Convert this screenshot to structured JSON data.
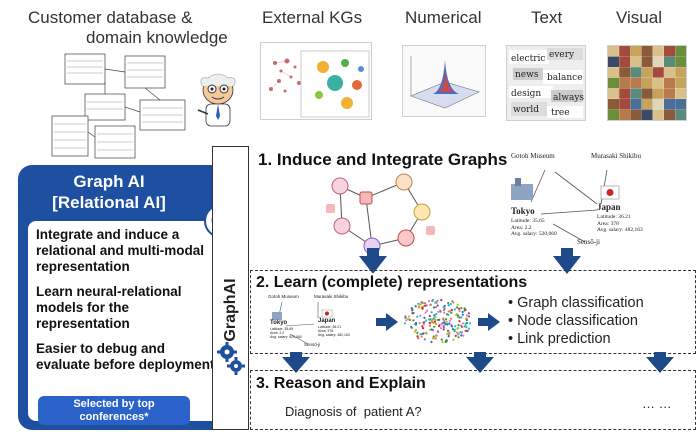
{
  "headers": {
    "customer_db_line1": "Customer database &",
    "customer_db_line2": "domain knowledge",
    "external_kgs": "External KGs",
    "numerical": "Numerical",
    "text": "Text",
    "visual": "Visual"
  },
  "panel": {
    "title_line1": "Graph AI",
    "title_line2": "[Relational AI]",
    "bullets": [
      "Integrate and induce a relational and multi-modal representation",
      "Learn neural-relational models for the representation",
      "Easier to debug and evaluate before deployment"
    ],
    "badge": "Selected by top conferences*"
  },
  "side_label": "GraphAI",
  "steps": {
    "step1": "1. Induce and Integrate Graphs",
    "step2": "2. Learn (complete) representations",
    "step3": "3. Reason and Explain"
  },
  "tasks": [
    "• Graph classification",
    "• Node classification",
    "• Link prediction"
  ],
  "reason_text": "Diagnosis of  patient A?",
  "ellipsis": "… …",
  "kg_labels": {
    "museum": "Gotoh Museum",
    "murasaki": "Murasaki Shikibu",
    "tokyo": "Tokyo",
    "japan": "Japan",
    "senso": "Sensō-ji",
    "tokyo_stats": [
      "Latitude: 35.65",
      "Area: 2.2",
      "Avg. salary: 520,060"
    ],
    "japan_stats": [
      "Latitude: 36.21",
      "Area: 378",
      "Avg. salary: 482,163"
    ]
  },
  "colors": {
    "panel": "#1f4fa0",
    "badge": "#2a62c9",
    "arrow": "#1f4a8a"
  }
}
